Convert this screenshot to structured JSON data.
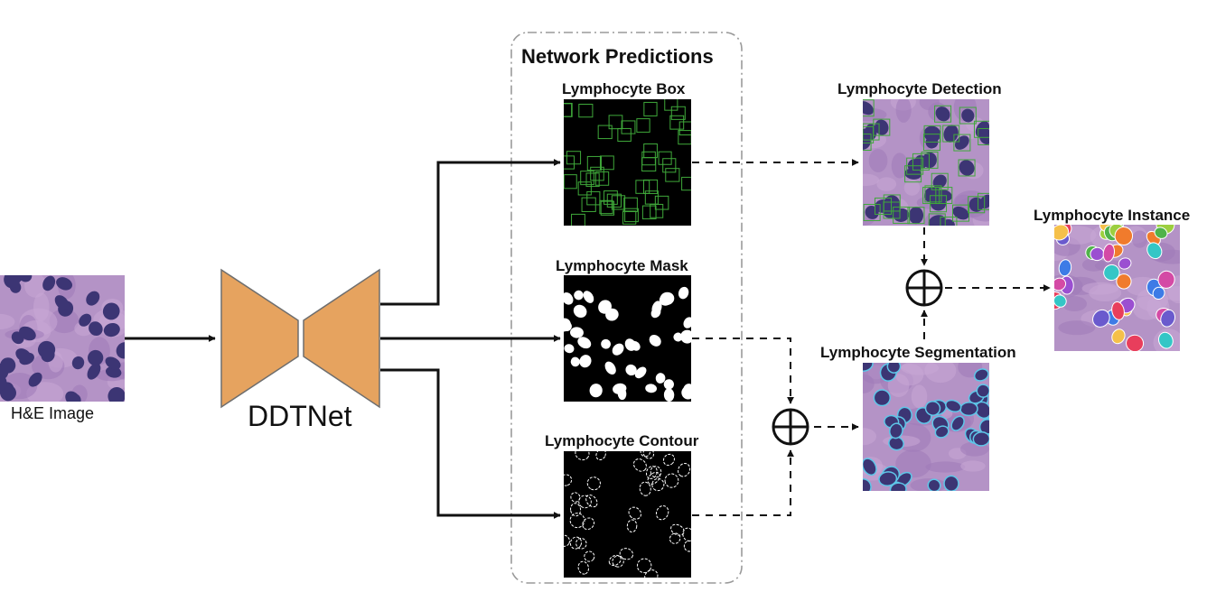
{
  "input": {
    "label": "H&E Image"
  },
  "model": {
    "label": "DDTNet",
    "color": "#e6a35f"
  },
  "predictions": {
    "title": "Network Predictions",
    "box_label": "Lymphocyte Box",
    "mask_label": "Lymphocyte Mask",
    "contour_label": "Lymphocyte Contour"
  },
  "outputs": {
    "detection_label": "Lymphocyte Detection",
    "segmentation_label": "Lymphocyte Segmentation",
    "instance_label": "Lymphocyte Instance"
  },
  "icons": {
    "combine": "circle-plus-icon"
  },
  "colors": {
    "tissue_bg": "#b493c6",
    "nucleus": "#3c3574",
    "box_outline": "#3fa83a",
    "seg_outline": "#5ec6e8"
  }
}
